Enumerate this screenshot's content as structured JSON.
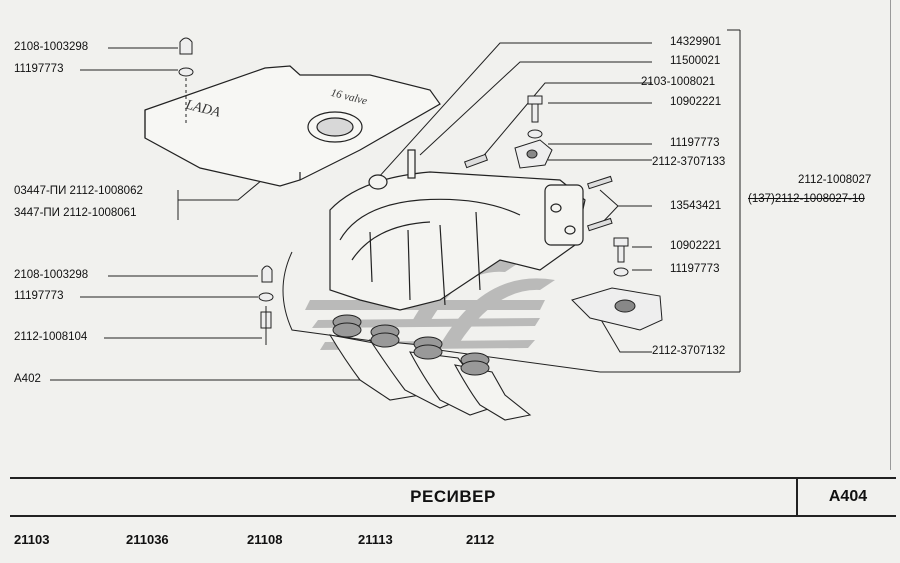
{
  "callouts": {
    "c1": "2108-1003298",
    "c2": "11197773",
    "c3": "03447-ПИ  2112-1008062",
    "c4": "3447-ПИ   2112-1008061",
    "c5": "2108-1003298",
    "c6": "11197773",
    "c7": "2112-1008104",
    "c8": "A402",
    "c9": "14329901",
    "c10": "11500021",
    "c11": "2103-1008021",
    "c12": "10902221",
    "c13": "11197773",
    "c14": "2112-3707133",
    "c15": "2112-1008027",
    "c16": "(137)2112-1008027-10",
    "c17": "13543421",
    "c18": "10902221",
    "c19": "11197773",
    "c20": "2112-3707132"
  },
  "title": {
    "text": "РЕСИВЕР",
    "code": "A404"
  },
  "models": [
    "21103",
    "211036",
    "21108",
    "21113",
    "2112"
  ],
  "colors": {
    "line": "#222222",
    "paper": "#f1f1ee",
    "watermark": "#9a9a9a"
  }
}
